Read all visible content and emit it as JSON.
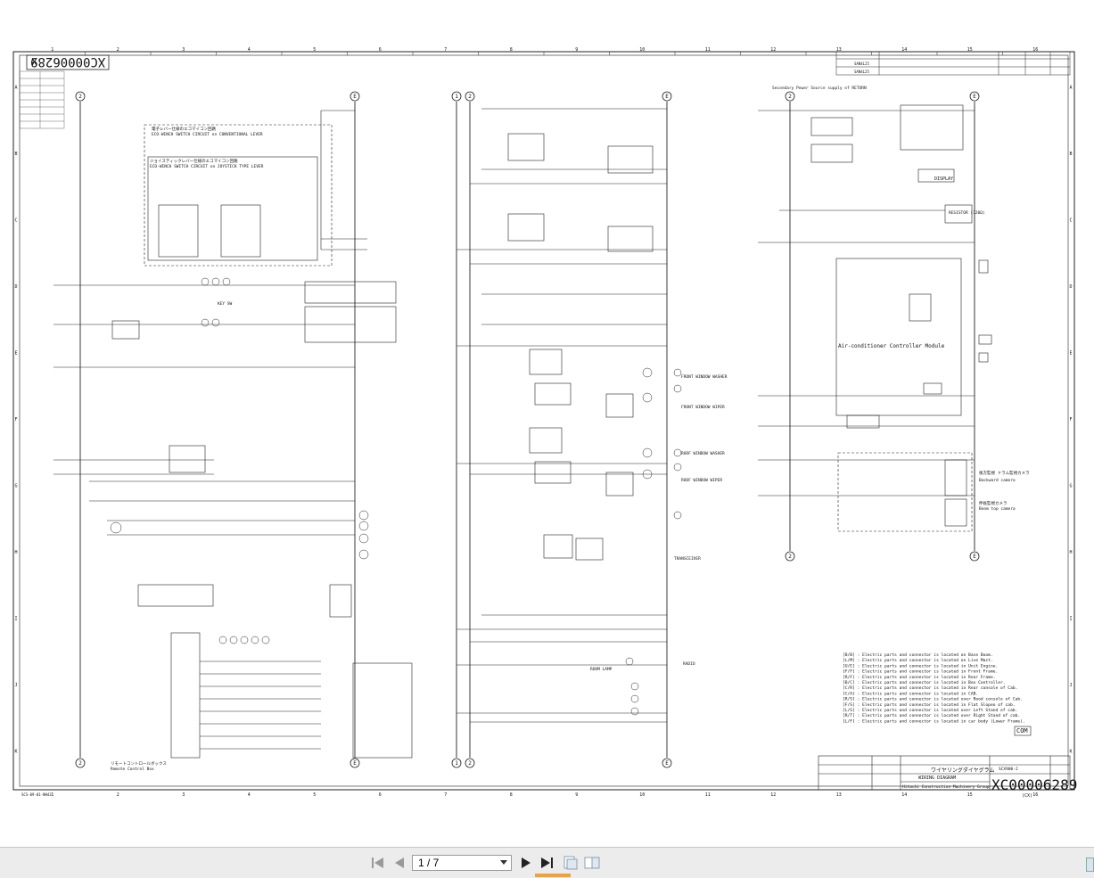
{
  "viewer": {
    "page_indicator": "1 / 7"
  },
  "drawing": {
    "doc_number": "XC00006289",
    "doc_number_suffix": "X",
    "col_numbers": [
      "1",
      "2",
      "3",
      "4",
      "5",
      "6",
      "7",
      "8",
      "9",
      "10",
      "11",
      "12",
      "13",
      "14",
      "15",
      "16"
    ],
    "row_letters": [
      "A",
      "B",
      "C",
      "D",
      "E",
      "F",
      "G",
      "H",
      "I",
      "J",
      "K"
    ],
    "sheet_code": "SCS-09-01-NH43",
    "circuit_labels": {
      "eco_conventional_jp": "電子レバー仕様のエコマイコン回路",
      "eco_conventional": "ECO-WINCH SWITCH CIRCUIT on CONVENTIONAL LEVER",
      "eco_joystick_jp": "ジョイスティックレバー仕様のエコマイコン回路",
      "eco_joystick": "ECO-WINCH SWITCH CIRCUIT on JOYSTICK TYPE LEVER",
      "remote_control_box_jp": "リモートコントロールボックス",
      "remote_control_box": "Remote Control Box",
      "secondary_power": "Secondary Power Source supply of RETURN",
      "air_controller": "Air-conditioner Controller Module",
      "display": "DISPLAY",
      "resistor": "RESISTOR (120Ω)",
      "backward_camera_jp": "後方監視 ドラム監視カメラ",
      "backward_camera": "Backward camera",
      "boom_top_camera_jp": "伸長監視カメラ",
      "boom_top_camera": "Boom top camera",
      "front_window_washer": "FRONT WINDOW WASHER",
      "front_window_wiper": "FRONT WINDOW WIPER",
      "roof_window_washer": "ROOF WINDOW WASHER",
      "roof_window_wiper": "ROOF WINDOW WIPER",
      "transceiver": "TRANSCEIVER",
      "room_lamp": "ROOM LAMP",
      "radio": "RADIO",
      "key_switch": "KEY SW",
      "com": "COM"
    },
    "legend": [
      "[B/B] : Electric parts and connector is located on Base Boom.",
      "[L/M] : Electric parts and connector is located on Live Mast.",
      "[U/E] : Electric parts and connector is located in Unit Engine.",
      "[F/F] : Electric parts and connector is located in Front Frame.",
      "[R/F] : Electric parts and connector is located in Rear Frame.",
      "[B/C] : Electric parts and connector is located in Box Controller.",
      "[C/R] : Electric parts and connector is located in Rear console of Cab.",
      "[C/A] : Electric parts and connector is located in CAB.",
      "[R/S] : Electric parts and connector is located over Rood console of Cab.",
      "[F/S] : Electric parts and connector is located in Flat Slopeo of cab.",
      "[L/S] : Electric parts and connector is located over Left Stand of cab.",
      "[R/T] : Electric parts and connector is located over Right Stand of cab.",
      "[L/F] : Electric parts and connector is located in car body (Lower Frame)."
    ],
    "title_block": {
      "title_jp": "ワイヤリングダイヤグラム",
      "title_en": "WIRING DIAGRAM",
      "company": "Hitachi Construction Machinery Group",
      "model": "SCX900-2",
      "drawing_no": "XC00006289",
      "rev": "(CX)"
    },
    "revision_table": {
      "rows": [
        "SAN4L25",
        "SAN4L25"
      ]
    }
  }
}
